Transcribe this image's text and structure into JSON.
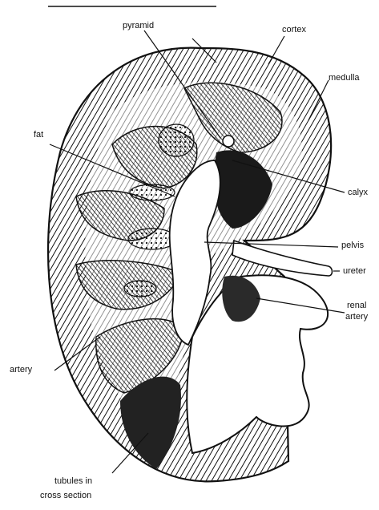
{
  "labels": {
    "pyramid": "pyramid",
    "cortex": "cortex",
    "medulla": "medulla",
    "fat": "fat",
    "calyx": "calyx",
    "pelvis": "pelvis",
    "ureter": "ureter",
    "renal_artery_line1": "renal",
    "renal_artery_line2": "artery",
    "artery": "artery",
    "tubules_line1": "tubules in",
    "tubules_line2": "cross section"
  },
  "colors": {
    "ink": "#111111",
    "paper": "#ffffff",
    "shade": "#3a3a3a"
  }
}
